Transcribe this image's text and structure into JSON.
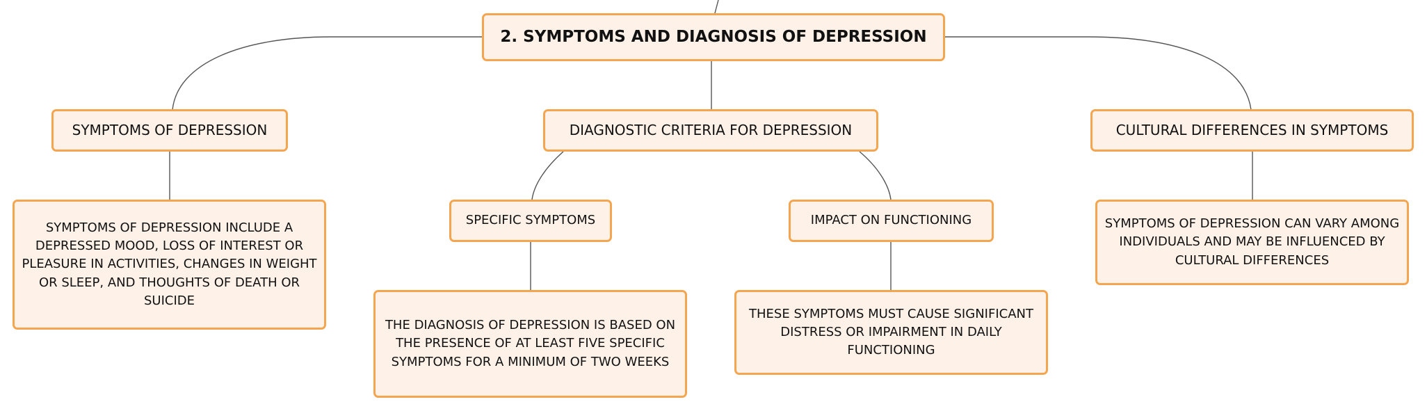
{
  "diagram": {
    "root": {
      "label": "2. SYMPTOMS AND DIAGNOSIS OF DEPRESSION"
    },
    "branches": [
      {
        "label": "SYMPTOMS OF DEPRESSION",
        "detail": "SYMPTOMS OF DEPRESSION INCLUDE A DEPRESSED MOOD, LOSS OF INTEREST OR PLEASURE IN ACTIVITIES, CHANGES IN WEIGHT OR SLEEP, AND THOUGHTS OF DEATH OR SUICIDE"
      },
      {
        "label": "DIAGNOSTIC CRITERIA FOR DEPRESSION",
        "children": [
          {
            "label": "SPECIFIC SYMPTOMS",
            "detail": "THE DIAGNOSIS OF DEPRESSION IS BASED ON THE PRESENCE OF AT LEAST FIVE SPECIFIC SYMPTOMS FOR A MINIMUM OF TWO WEEKS"
          },
          {
            "label": "IMPACT ON FUNCTIONING",
            "detail": "THESE SYMPTOMS MUST CAUSE SIGNIFICANT DISTRESS OR IMPAIRMENT IN DAILY FUNCTIONING"
          }
        ]
      },
      {
        "label": "CULTURAL DIFFERENCES IN SYMPTOMS",
        "detail": "SYMPTOMS OF DEPRESSION CAN VARY AMONG INDIVIDUALS AND MAY BE INFLUENCED BY CULTURAL DIFFERENCES"
      }
    ]
  },
  "colors": {
    "node_fill": "#fdf1e8",
    "node_border": "#f3a54f",
    "connector": "#555555",
    "text": "#111111"
  }
}
